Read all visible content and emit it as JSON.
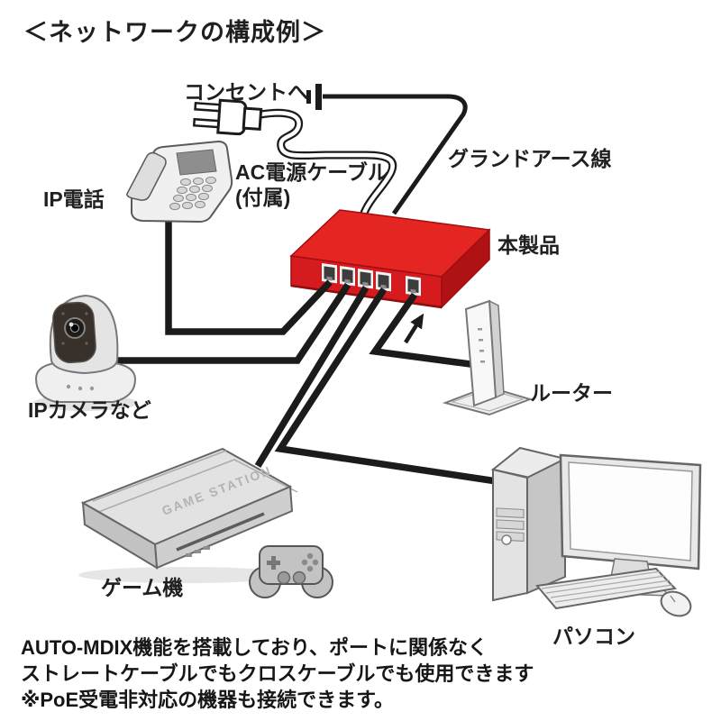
{
  "title": "＜ネットワークの構成例＞",
  "labels": {
    "outlet": "コンセントへ",
    "ac_cable": "AC電源ケーブル",
    "ac_cable_note": "(付属)",
    "ground_wire": "グランドアース線",
    "product": "本製品",
    "ip_phone": "IP電話",
    "ip_camera": "IPカメラなど",
    "router": "ルーター",
    "game_console": "ゲーム機",
    "pc": "パソコン",
    "console_brand": "GAME STATION"
  },
  "footer": {
    "line1": "AUTO-MDIX機能を搭載しており、ポートに関係なく",
    "line2": "ストレートケーブルでもクロスケーブルでも使用できます",
    "line3": "※PoE受電非対応の機器も接続できます。"
  },
  "colors": {
    "product_red_top": "#e52521",
    "product_red_front": "#d61b1e",
    "product_red_side": "#b01114",
    "cable_black": "#1b1b1b",
    "device_light_gray": "#ececec",
    "device_dark_gray": "#c9c9c9",
    "outline_gray": "#5f5f5f",
    "text_black": "#1a1a1a"
  },
  "connections": {
    "port_count": 5,
    "devices_connected": [
      "IP電話",
      "IPカメラなど",
      "ゲーム機",
      "パソコン",
      "ルーター"
    ]
  }
}
